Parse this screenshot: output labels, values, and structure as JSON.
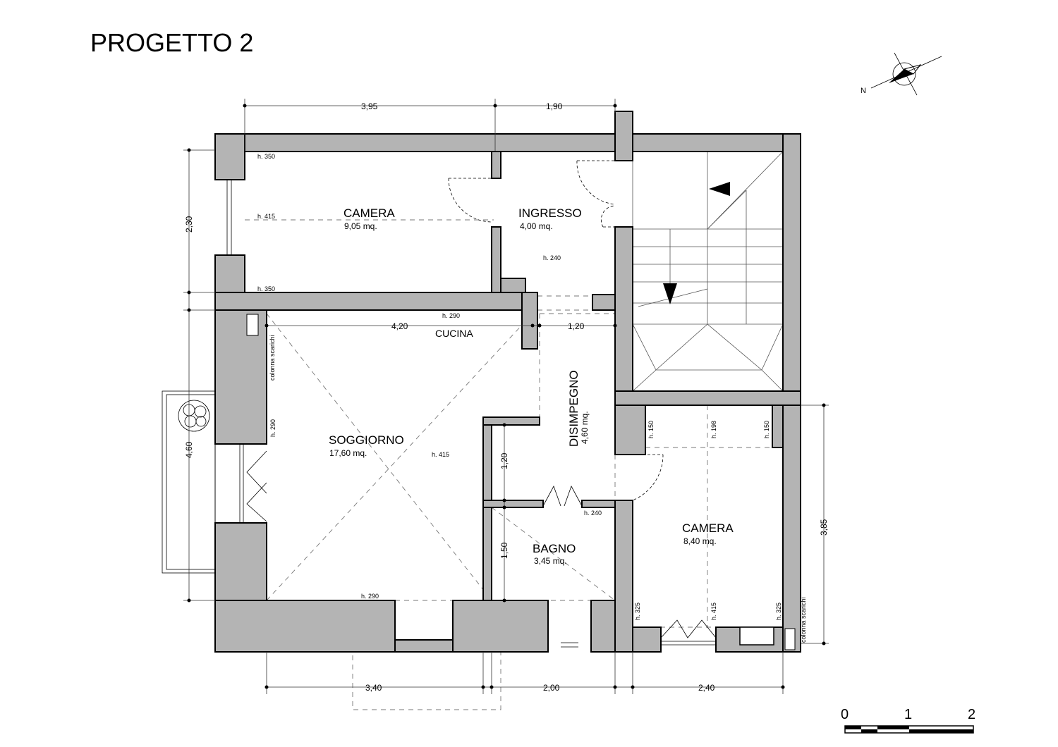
{
  "title": "PROGETTO 2",
  "compass": {
    "label": "N"
  },
  "rooms": [
    {
      "name": "CAMERA",
      "area": "9,05 mq."
    },
    {
      "name": "INGRESSO",
      "area": "4,00 mq."
    },
    {
      "name": "CUCINA"
    },
    {
      "name": "SOGGIORNO",
      "area": "17,60 mq."
    },
    {
      "name": "DISIMPEGNO",
      "area": "4,60 mq."
    },
    {
      "name": "BAGNO",
      "area": "3,45 mq."
    },
    {
      "name": "CAMERA",
      "area": "8,40 mq."
    }
  ],
  "heights": [
    "h. 350",
    "h. 415",
    "h. 350",
    "h. 240",
    "h. 290",
    "h. 290",
    "h. 415",
    "h. 290",
    "h. 240",
    "h. 150",
    "h. 198",
    "h. 150",
    "h. 325",
    "h. 415",
    "h. 325"
  ],
  "dimensions": {
    "top": [
      "3,95",
      "1,90"
    ],
    "left": [
      "2,30",
      "4,60"
    ],
    "inner": [
      "4,20",
      "1,20",
      "1,20",
      "1,50"
    ],
    "right": [
      "3,85"
    ],
    "bottom": [
      "3,40",
      "2,00",
      "2,40"
    ]
  },
  "notes": [
    "colonna scarichi",
    "colonna scarichi"
  ],
  "scale_bar": {
    "labels": [
      "0",
      "1",
      "2"
    ],
    "unit_max_m": 2
  }
}
